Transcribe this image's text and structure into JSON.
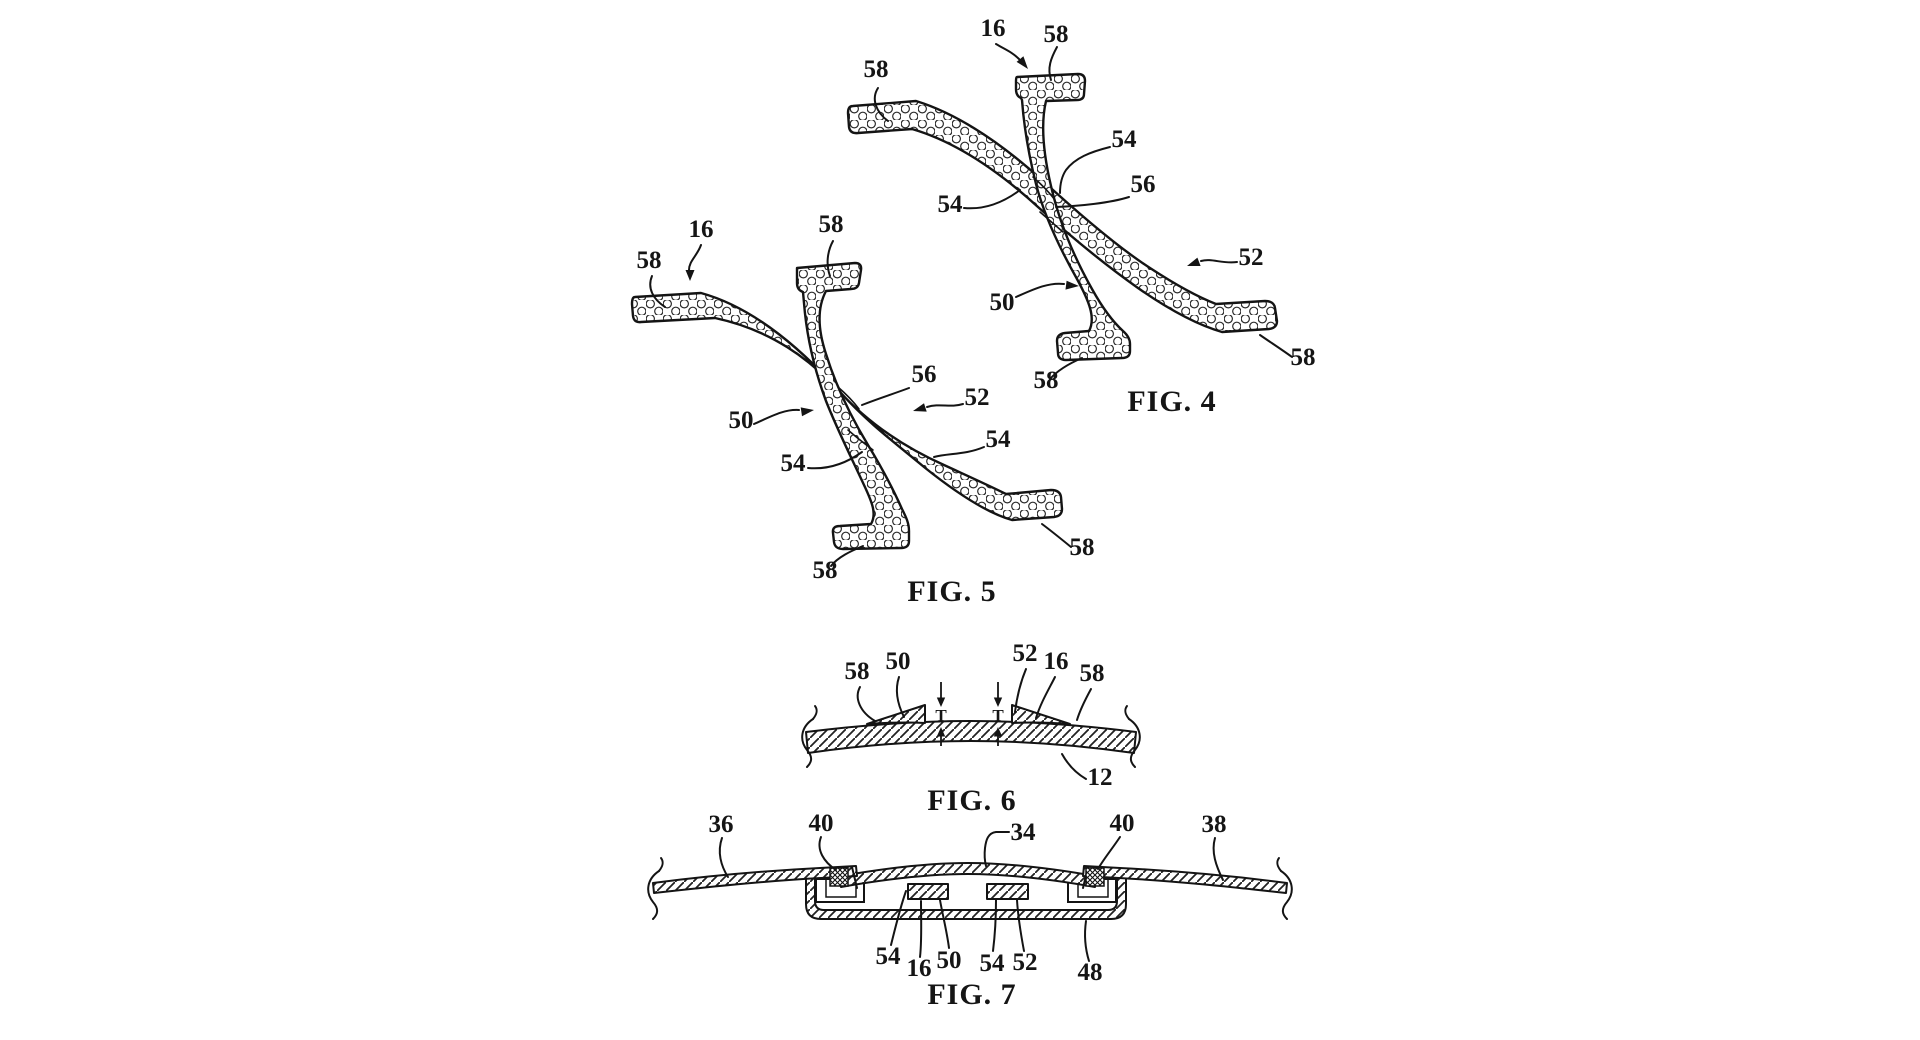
{
  "colors": {
    "background": "#ffffff",
    "line": "#141414"
  },
  "figures": [
    {
      "name": "fig4",
      "caption": "FIG. 4",
      "labels": [
        "16",
        "58",
        "58",
        "54",
        "56",
        "54",
        "52",
        "50",
        "58",
        "58"
      ]
    },
    {
      "name": "fig5",
      "caption": "FIG. 5",
      "labels": [
        "16",
        "58",
        "58",
        "56",
        "52",
        "50",
        "54",
        "54",
        "58",
        "58"
      ]
    },
    {
      "name": "fig6",
      "caption": "FIG. 6",
      "labels": [
        "58",
        "50",
        "52",
        "16",
        "58",
        "12"
      ],
      "dim": "T"
    },
    {
      "name": "fig7",
      "caption": "FIG. 7",
      "labels": [
        "36",
        "40",
        "34",
        "40",
        "38",
        "54",
        "16",
        "50",
        "54",
        "52",
        "48"
      ]
    }
  ]
}
